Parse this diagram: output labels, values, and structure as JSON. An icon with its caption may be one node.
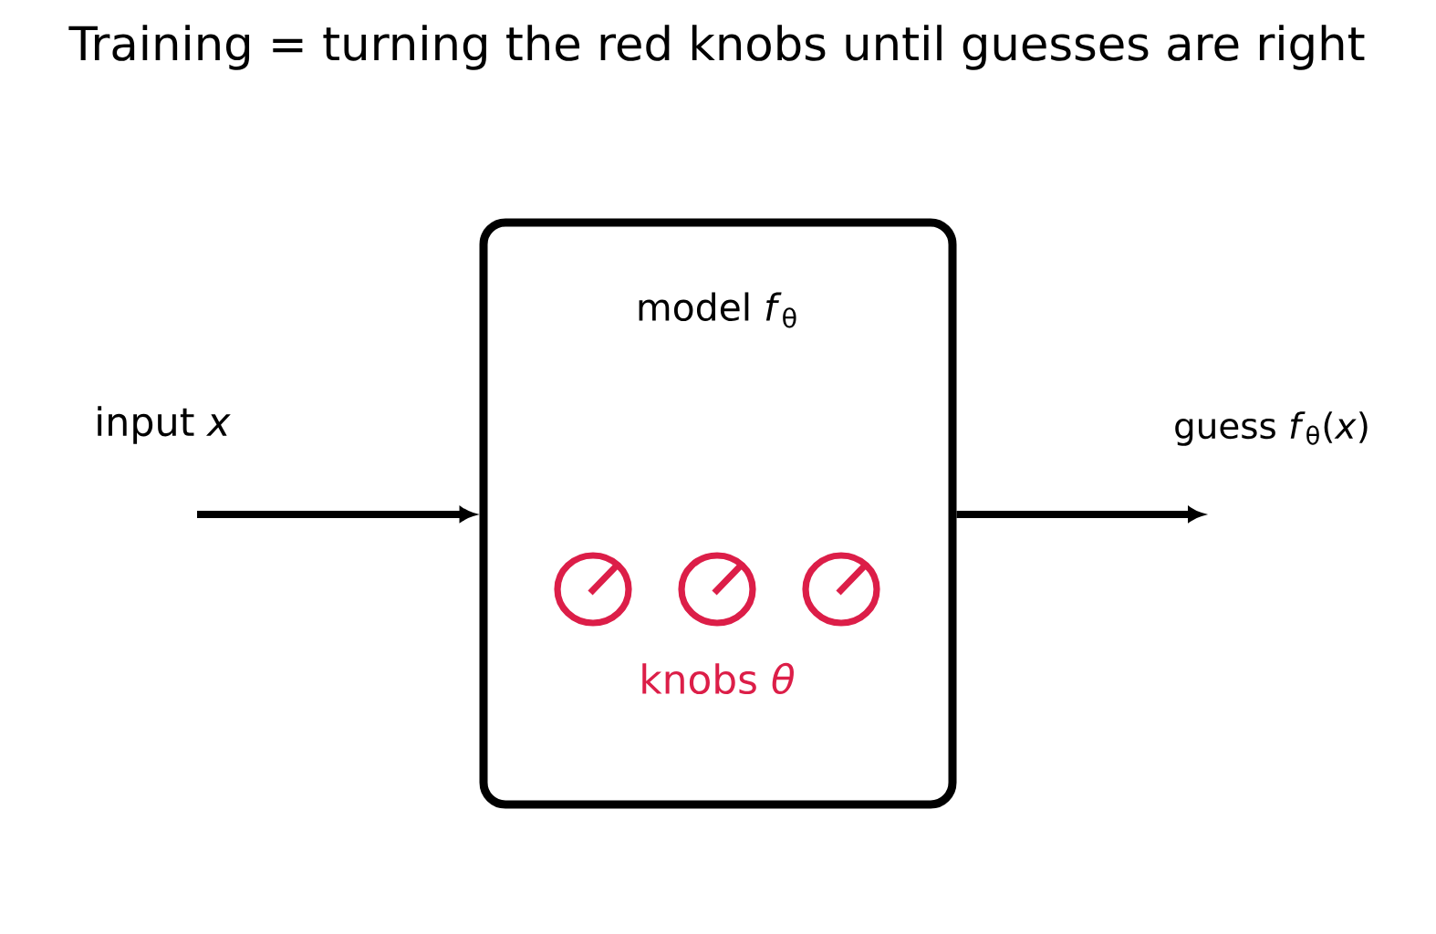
{
  "diagram": {
    "title": "Training = turning the red knobs until guesses are right",
    "nodes": [
      {
        "text": [
          "input *x*"
        ]
      },
      {
        "text": [
          "model *f*$_{θ}$",
          "knobs *θ*"
        ]
      },
      {
        "text": [
          "guess *f*$_{θ}$(*x*)"
        ]
      }
    ],
    "edges": [
      {
        "from": 0,
        "to": 1,
        "arrow": "to"
      },
      {
        "from": 1,
        "to": 2,
        "arrow": "to"
      }
    ]
  }
}
